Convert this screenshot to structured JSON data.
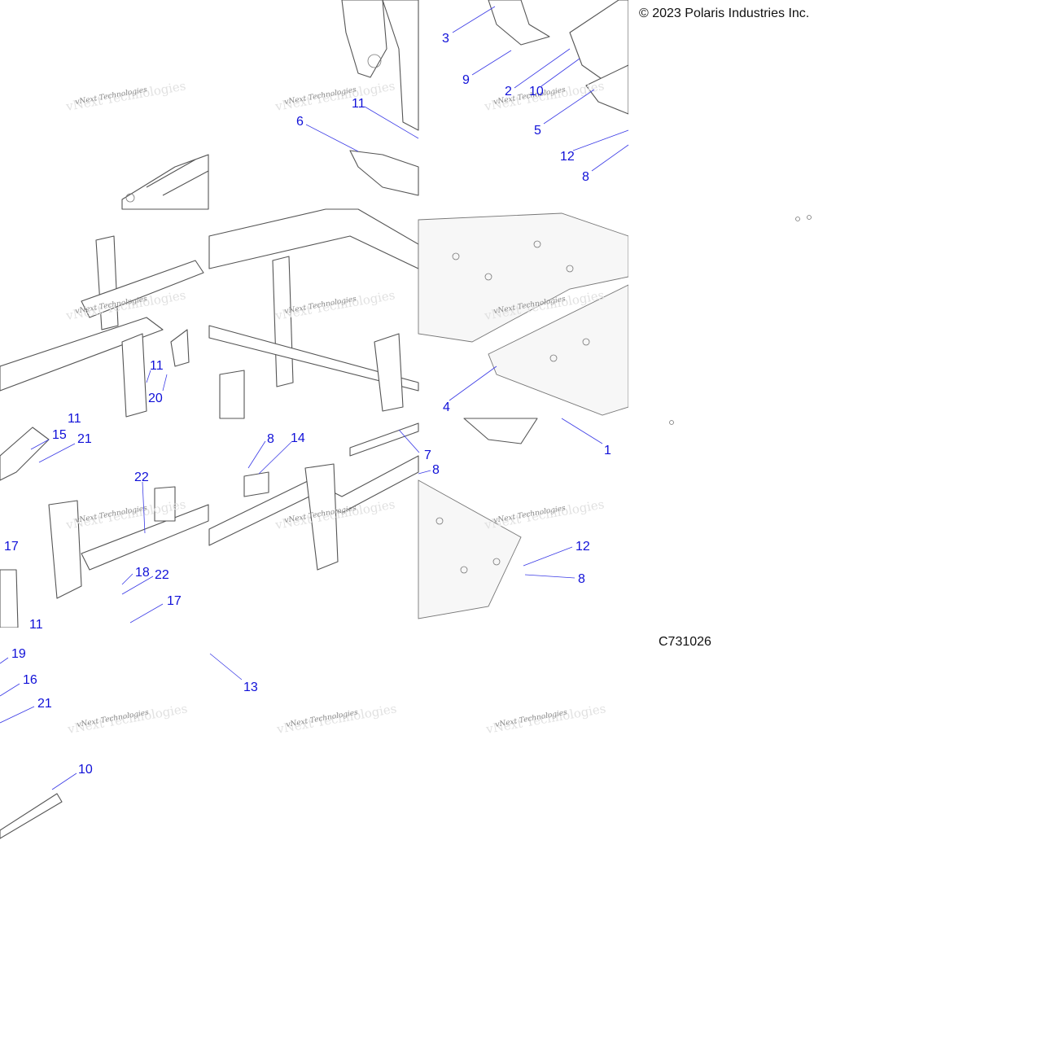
{
  "copyright": "© 2023 Polaris Industries Inc.",
  "diagram_code": "C731026",
  "watermark": "vNext Technologies",
  "callouts": [
    "3",
    "9",
    "2",
    "10",
    "5",
    "12",
    "8",
    "11",
    "6",
    "11",
    "20",
    "11",
    "4",
    "1",
    "15",
    "21",
    "22",
    "17",
    "18",
    "22",
    "17",
    "11",
    "8",
    "14",
    "7",
    "8",
    "12",
    "8",
    "19",
    "16",
    "21",
    "10",
    "13"
  ],
  "colors": {
    "callout": "#1010d8",
    "leader": "#3a3ae6",
    "line_art": "#555555"
  }
}
